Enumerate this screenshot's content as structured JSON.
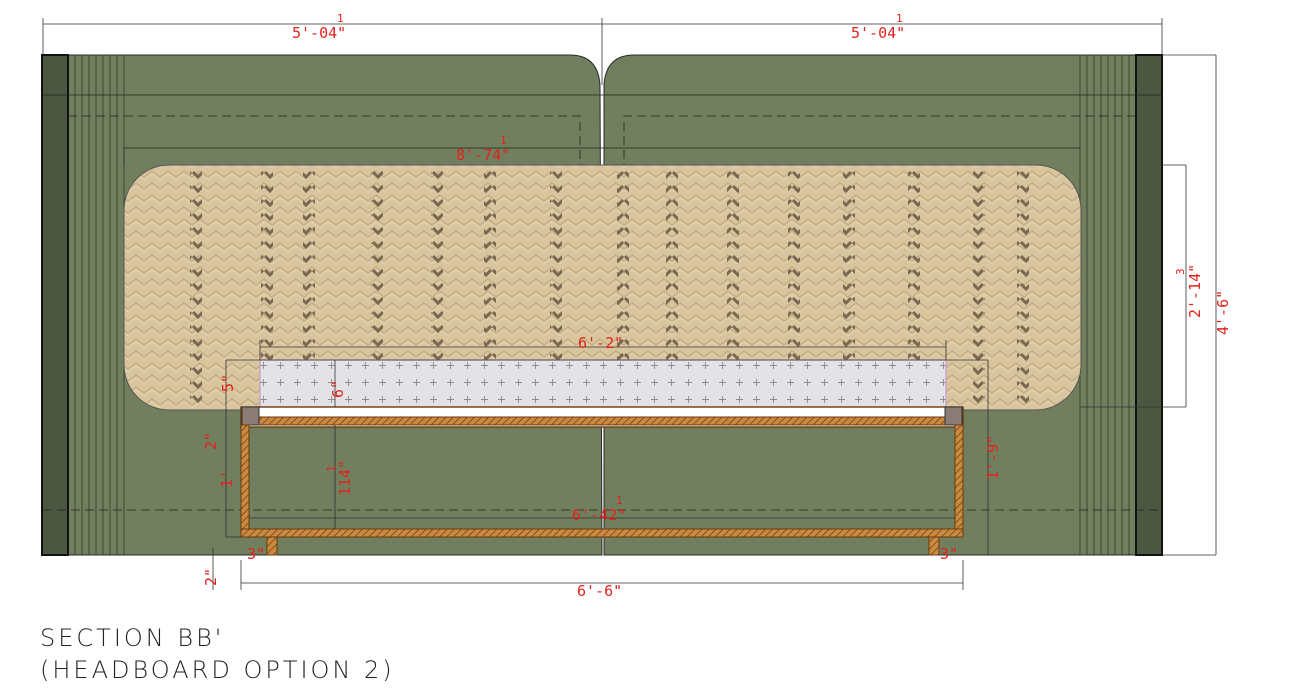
{
  "title": {
    "line1": "SECTION BB'",
    "line2": "(HEADBOARD OPTION 2)"
  },
  "dimensions": {
    "top_left": {
      "main": "5'-04",
      "frac": "1",
      "suffix": "\""
    },
    "top_right": {
      "main": "5'-04",
      "frac": "1",
      "suffix": "\""
    },
    "panel_width": {
      "main": "8'-74",
      "frac": "1",
      "suffix": "\""
    },
    "mattress_width": "6'-2\"",
    "base_width": {
      "main": "6'-42",
      "frac": "1",
      "suffix": "\""
    },
    "overall_width": "6'-6\"",
    "panel_height": {
      "main": "2'-14",
      "frac": "3",
      "suffix": "\""
    },
    "overall_height": "4'-6\"",
    "side_height": "1'-9\"",
    "box_height": {
      "main": "114",
      "frac": "1",
      "suffix": "\""
    },
    "mattress_thickness": "6\"",
    "mattress_left": "5\"",
    "rail_height": "2\"",
    "left_height": "1'",
    "leg_height": "2\"",
    "leg_left": "3\"",
    "leg_right": "3\""
  },
  "colors": {
    "headboard_green": "#717f5e",
    "panel_tan": "#d7c29c",
    "stripe_brown": "#7f6a53",
    "mattress": "#e2e2e6",
    "wood": "#a85c12",
    "dimension_red": "#e0231c"
  }
}
